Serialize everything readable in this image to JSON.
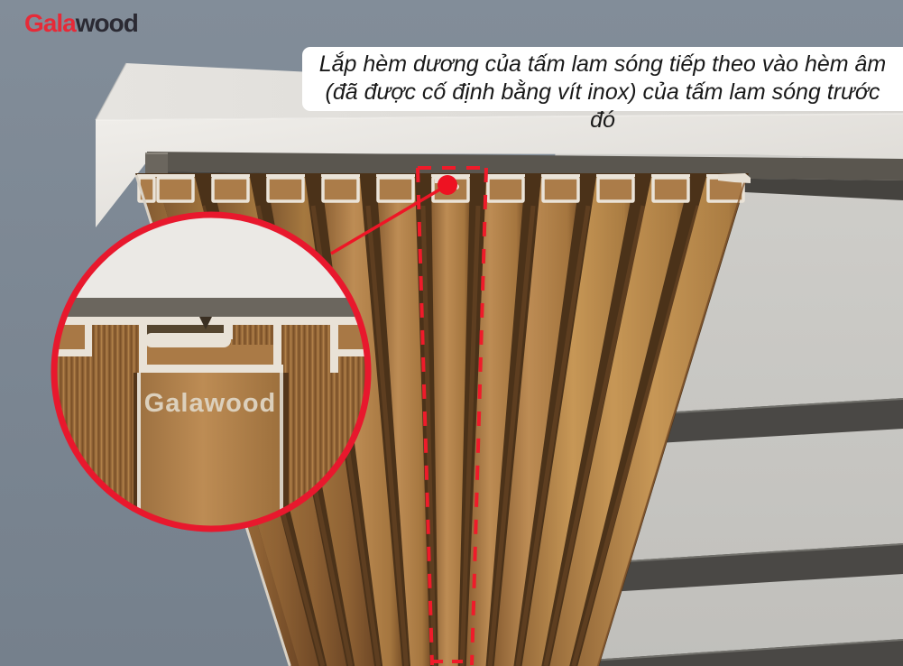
{
  "logo": {
    "gala": "Gala",
    "wood": "wood"
  },
  "caption": {
    "line1": "Lắp hèm dương của tấm lam sóng tiếp theo vào hèm âm",
    "line2": "(đã được cố định bằng vít inox) của tấm lam sóng trước đó"
  },
  "inset": {
    "watermark": "Galawood"
  },
  "colors": {
    "accent_red": "#ec1c2b",
    "logo_red": "#e62a38",
    "logo_dark": "#2b2a33",
    "sky": "#7b8692",
    "wall": "#c9c8c4",
    "batten_dark": "#54504a",
    "wood_slat": "#b5854f",
    "wood_groove": "#4b3219",
    "profile_cream": "#e9e2d7",
    "beam_white": "#eceae6",
    "caption_bg": "#ffffff",
    "caption_text": "#191919",
    "watermark_cream": "#dcd0bc"
  }
}
